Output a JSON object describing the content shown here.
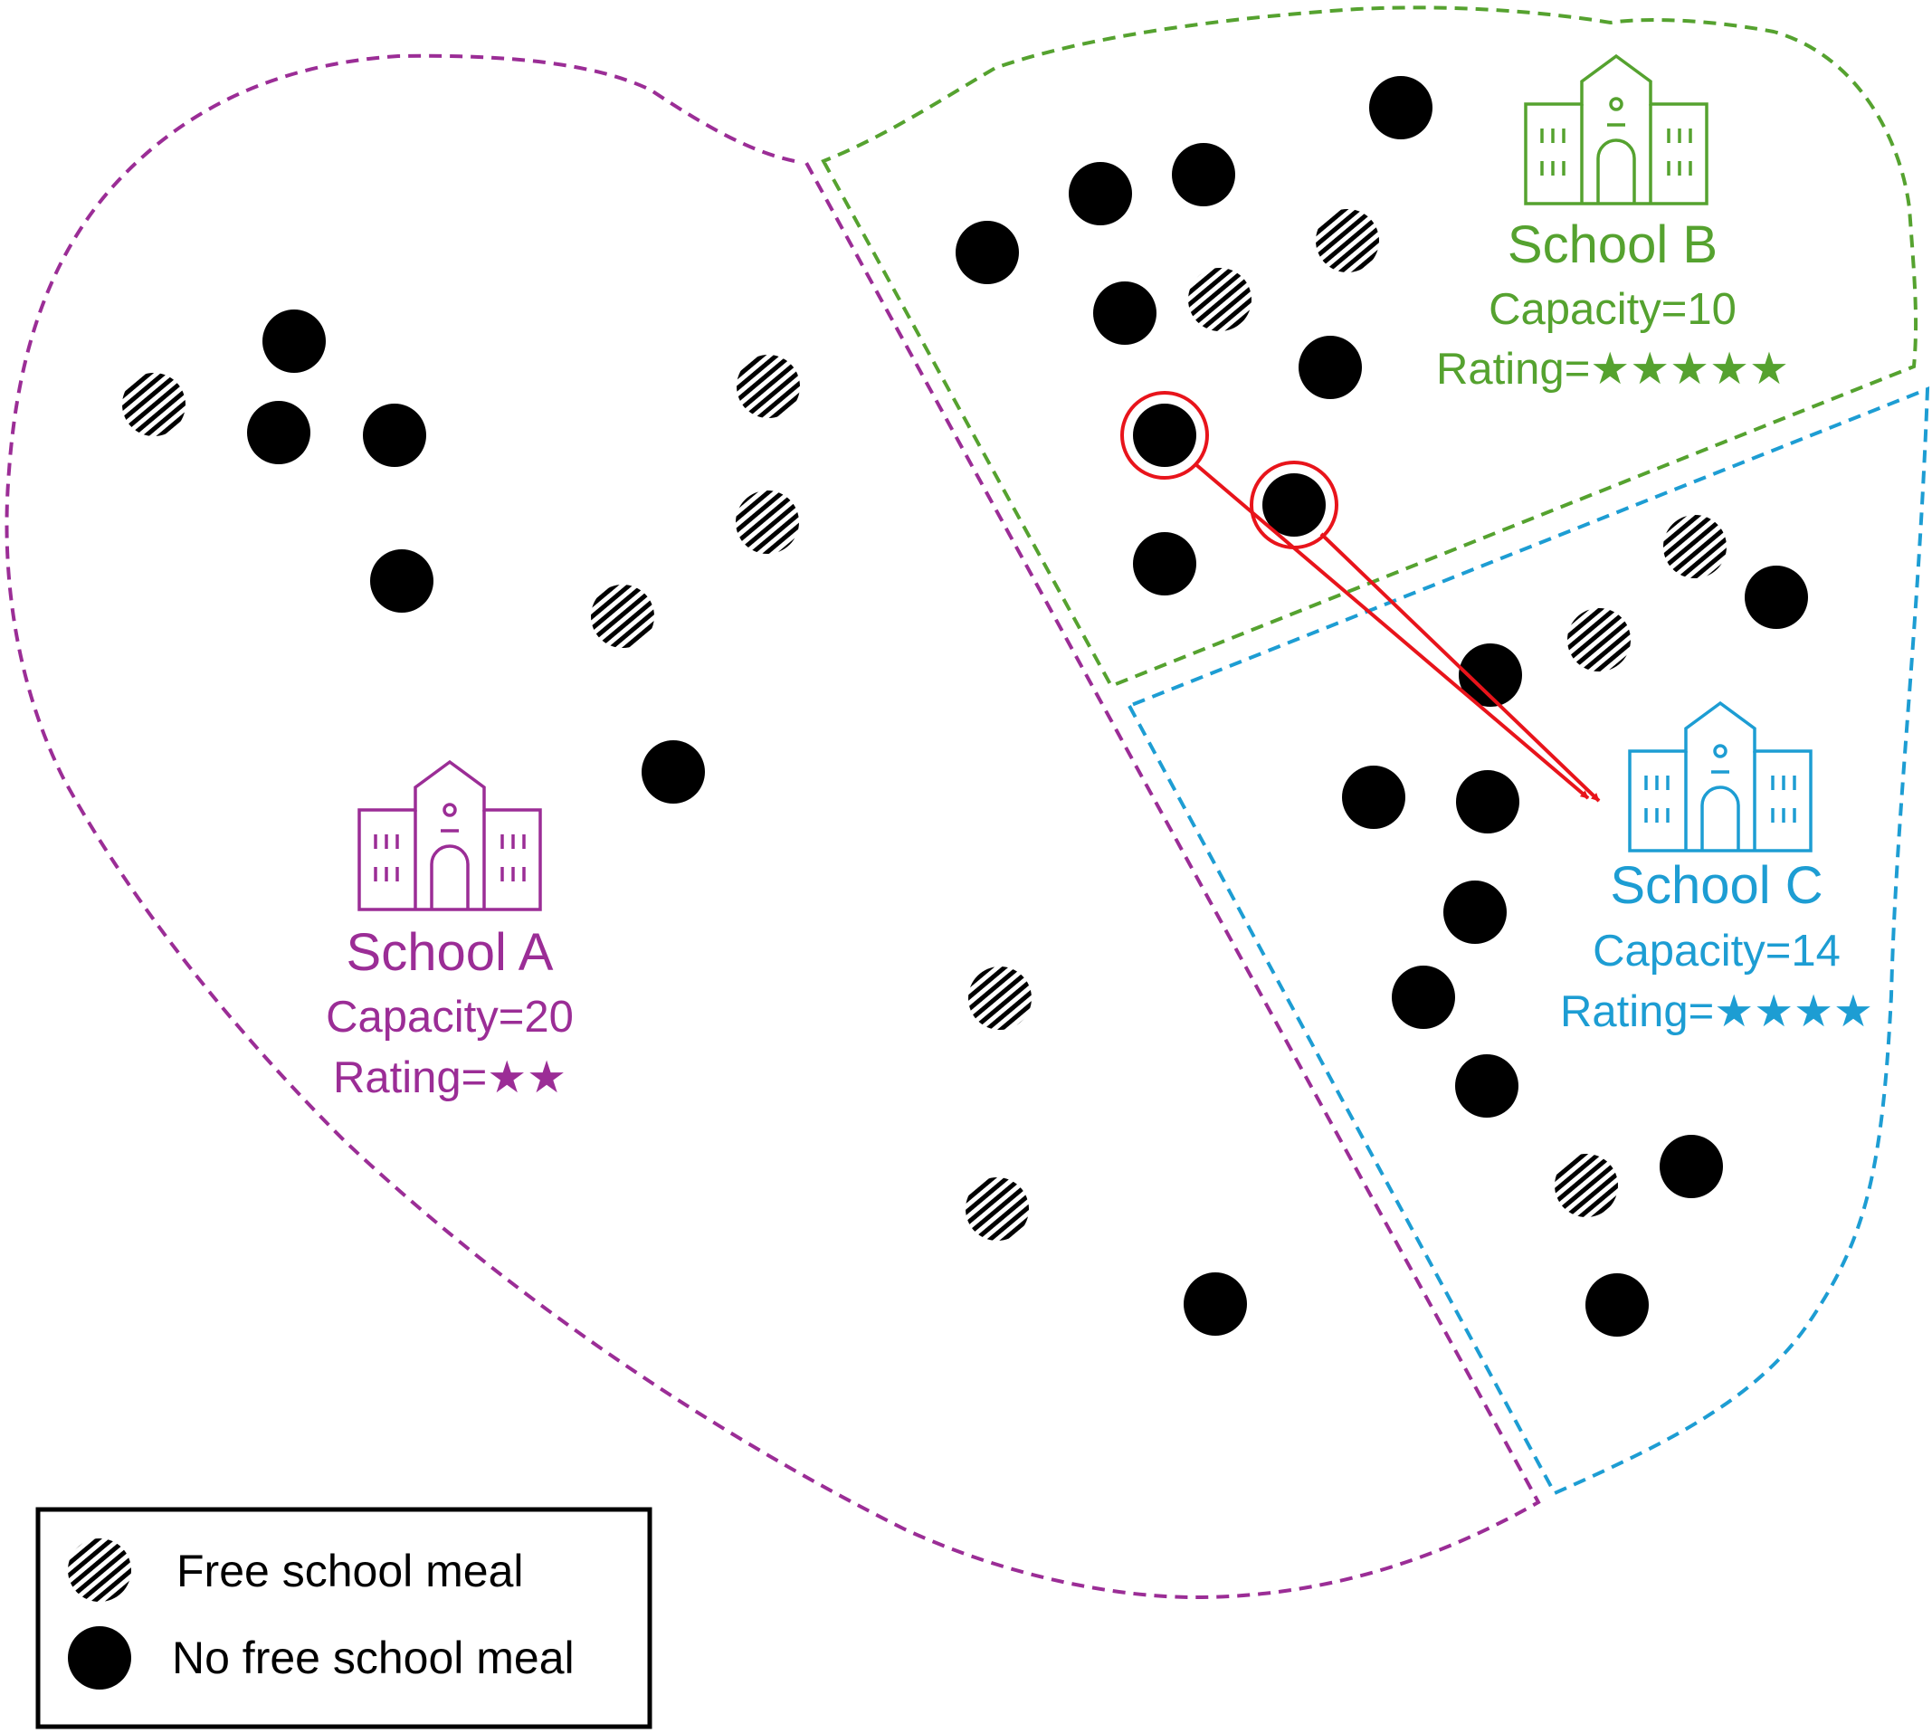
{
  "schools": [
    {
      "id": "a",
      "name": "School A",
      "capacity": "Capacity=20",
      "rating": "Rating=★★",
      "color": "#9b2d96"
    },
    {
      "id": "b",
      "name": "School B",
      "capacity": "Capacity=10",
      "rating": "Rating=★★★★★",
      "color": "#55a22f"
    },
    {
      "id": "c",
      "name": "School C",
      "capacity": "Capacity=14",
      "rating": "Rating=★★★★",
      "color": "#1d9dd3"
    }
  ],
  "legend": {
    "free_label": "Free school meal",
    "no_free_label": "No free school meal"
  },
  "colors": {
    "highlight": "#e8141b",
    "dot": "#000000"
  }
}
